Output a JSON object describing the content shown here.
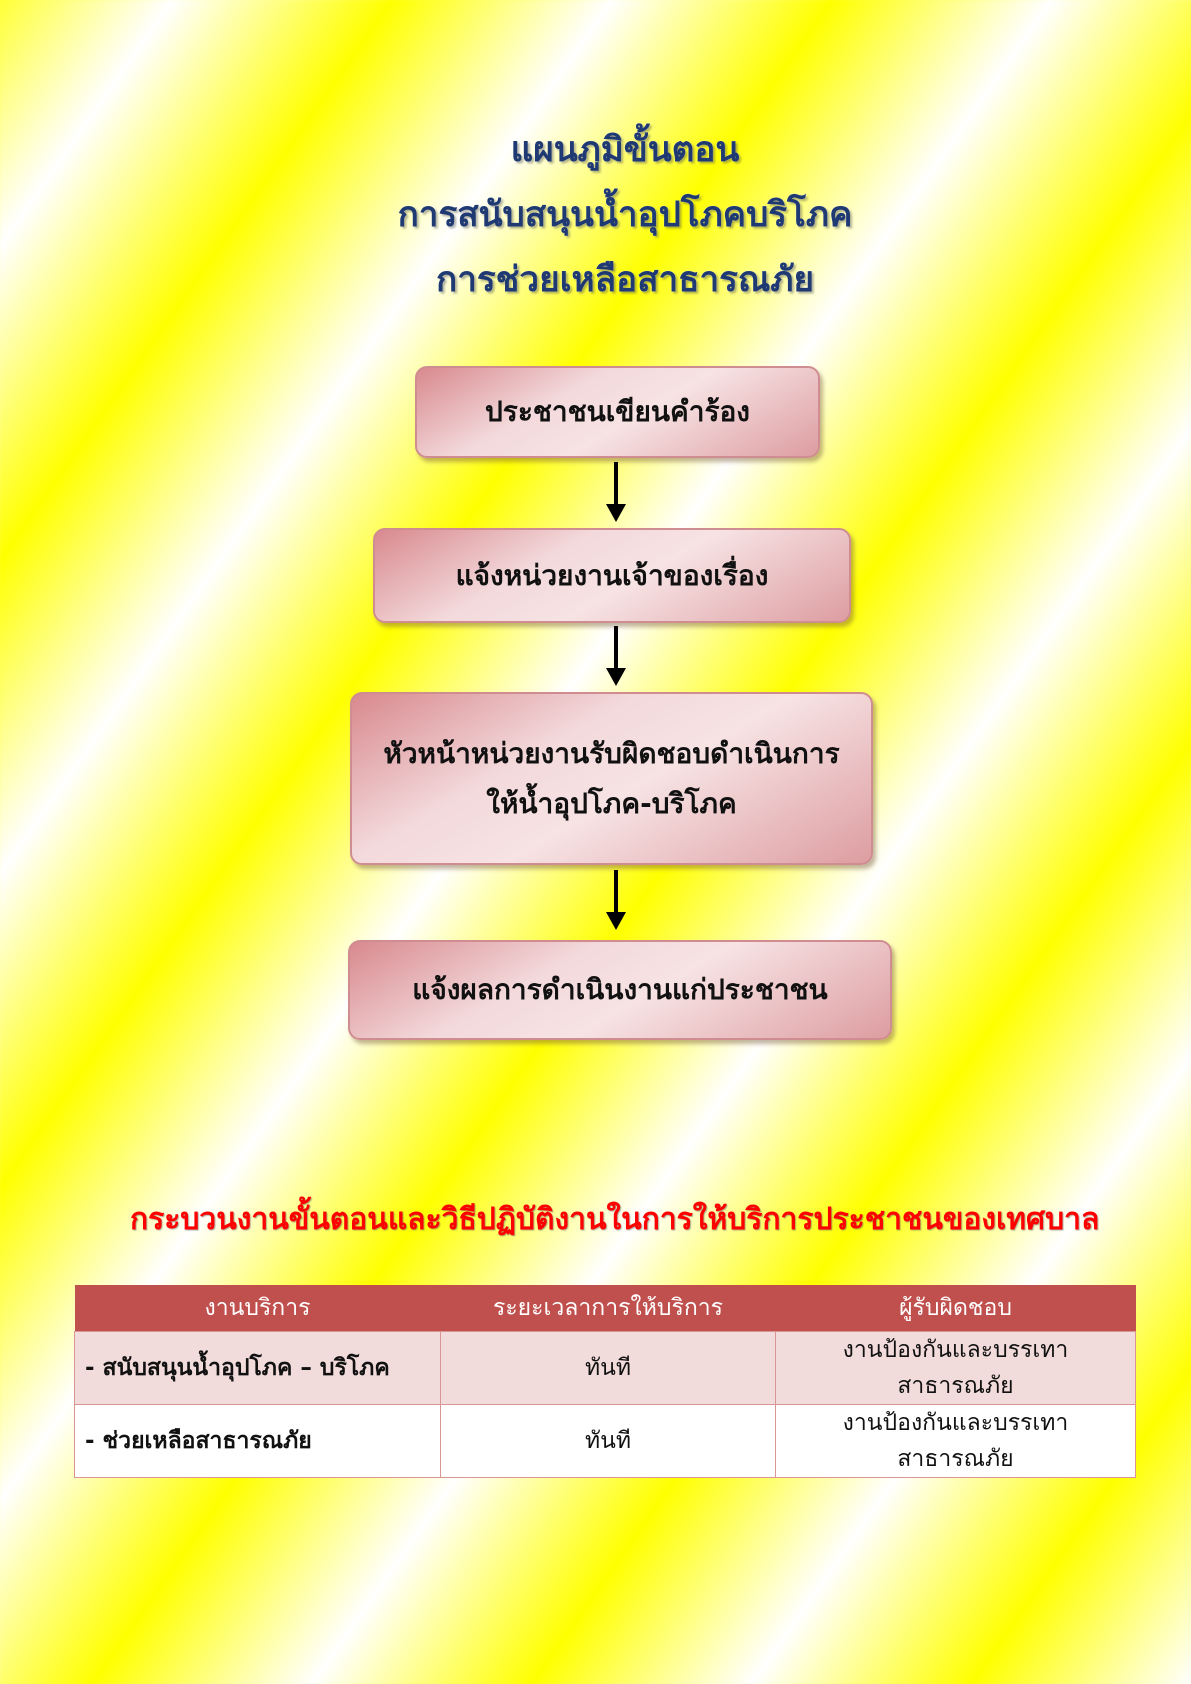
{
  "title": {
    "lines": [
      "แผนภูมิขั้นตอน",
      "การสนับสนุนน้ำอุปโภคบริโภค",
      "การช่วยเหลือสาธารณภัย"
    ]
  },
  "flow": {
    "steps": [
      "ประชาชนเขียนคำร้อง",
      "แจ้งหน่วยงานเจ้าของเรื่อง",
      "หัวหน้าหน่วยงานรับผิดชอบดำเนินการ",
      "ให้น้ำอุปโภค-บริโภค",
      "แจ้งผลการดำเนินงานแก่ประชาชน"
    ]
  },
  "process": {
    "heading": "กระบวนงานขั้นตอนและวิธีปฏิบัติงานในการให้บริการประชาชนของเทศบาล",
    "table": {
      "headers": [
        "งานบริการ",
        "ระยะเวลาการให้บริการ",
        "ผู้รับผิดชอบ"
      ],
      "rows": [
        {
          "service": "- สนับสนุนน้ำอุปโภค – บริโภค",
          "time": "ทันที",
          "owner": "งานป้องกันและบรรเทาสาธารณภัย"
        },
        {
          "service": "- ช่วยเหลือสาธารณภัย",
          "time": "ทันที",
          "owner": "งานป้องกันและบรรเทาสาธารณภัย"
        }
      ]
    }
  }
}
